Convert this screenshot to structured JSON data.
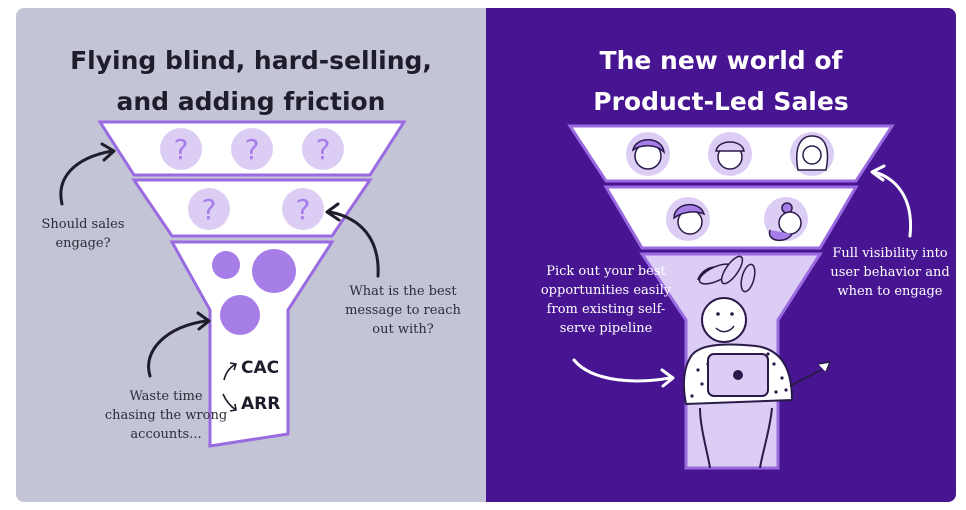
{
  "left_panel": {
    "title_line1": "Flying blind, hard-selling,",
    "title_line2": "and adding friction",
    "note_sales_engage": [
      "Should sales",
      "engage?"
    ],
    "note_best_message": [
      "What is the best",
      "message to reach",
      "out with?"
    ],
    "note_waste_time": [
      "Waste time",
      "chasing the wrong",
      "accounts..."
    ],
    "metric_cac": "CAC",
    "metric_arr": "ARR",
    "question_mark": "?"
  },
  "right_panel": {
    "title_line1": "The new world of",
    "title_line2": "Product-Led Sales",
    "note_pick_out": [
      "Pick out your best",
      "opportunities easily",
      "from existing self-",
      "serve pipeline"
    ],
    "note_visibility": [
      "Full visibility into",
      "user behavior and",
      "when to engage"
    ]
  },
  "colors": {
    "left_background": "#c3c4d6",
    "right_background": "#471592",
    "funnel_outline": "#9a6be0",
    "bubble": "#dccdf5",
    "circle": "#a77de8"
  },
  "icons": [
    "arrow-up-right-icon",
    "arrow-down-right-icon",
    "question-icon",
    "user-avatar-icon"
  ]
}
